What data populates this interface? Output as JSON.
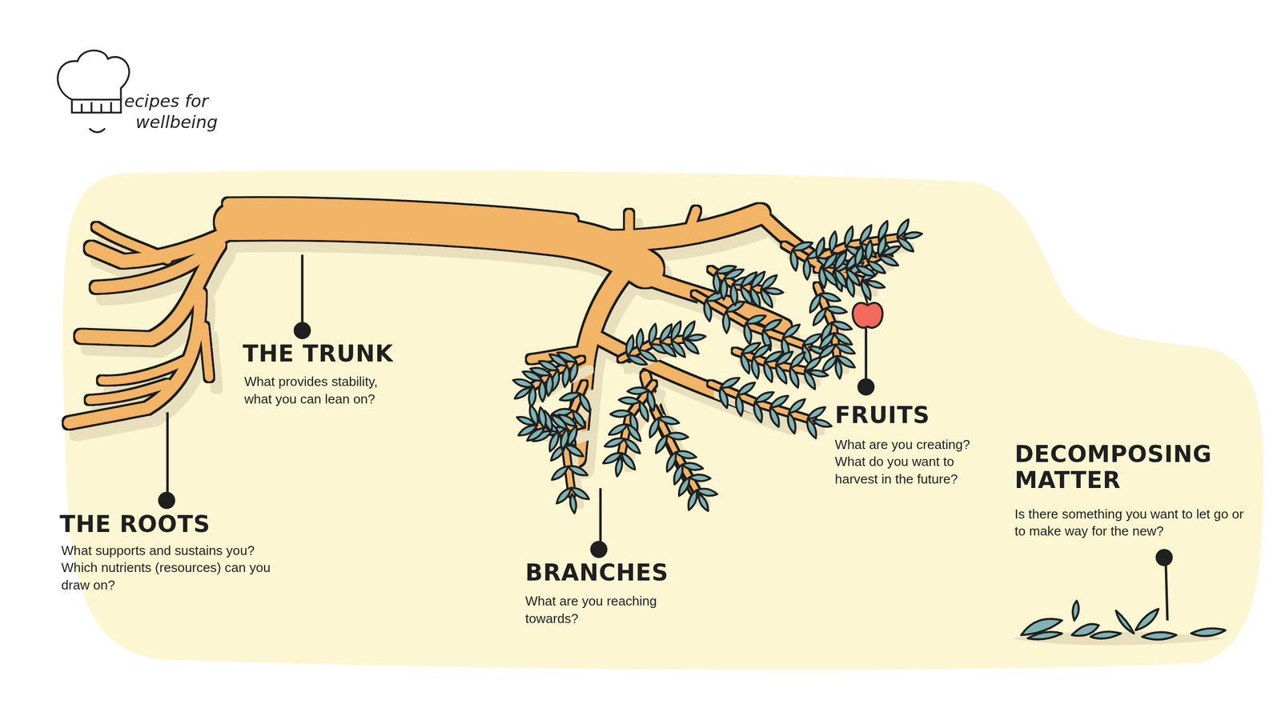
{
  "diagram": {
    "labels": [
      "ecipes for",
      "wellbeing",
      "THE TRUNK",
      "What provides stability, what you can lean on?",
      "THE ROOTS",
      "What supports and sustains you? Which nutrients (resources) can you draw on?",
      "BRANCHES",
      "What are you reaching towards?",
      "FRUITS",
      "What are you creating? What do you want to harvest in the future?",
      "DECOMPOSING MATTER",
      "Is there something you want to let go or to make way for the new?"
    ]
  }
}
